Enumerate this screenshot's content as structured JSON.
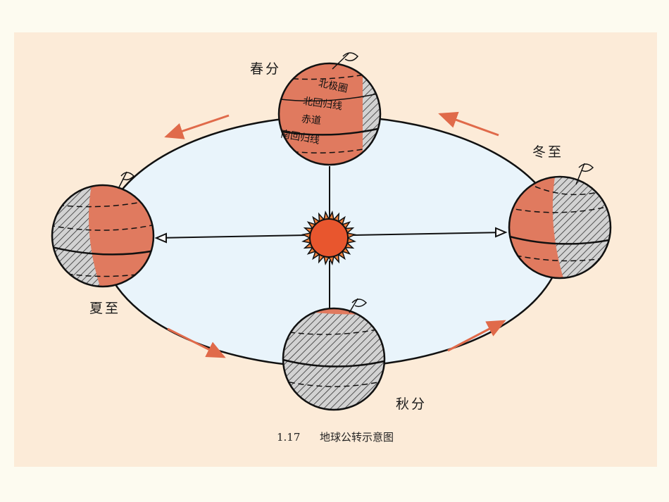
{
  "seasons": {
    "spring_equinox": "春分",
    "summer_solstice": "夏至",
    "autumn_equinox": "秋分",
    "winter_solstice": "冬至"
  },
  "globe_lines": {
    "arctic_circle": "北极圈",
    "tropic_of_cancer": "北回归线",
    "equator": "赤道",
    "tropic_of_capricorn": "南回归线"
  },
  "caption": {
    "number": "1.17",
    "title": "地球公转示意图"
  },
  "colors": {
    "page_background": "#fdfbf0",
    "panel_background": "#fcebd8",
    "orbit_fill": "#e9f4fb",
    "lit_hemisphere": "#e07a5f",
    "night_hemisphere": "#cfcfcf",
    "sun": "#e8562e",
    "arrows": "#e06a4a"
  }
}
